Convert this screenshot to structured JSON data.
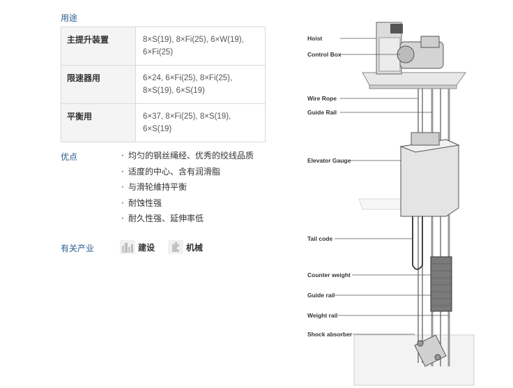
{
  "usage": {
    "title": "用途",
    "rows": [
      {
        "key": "主提升装置",
        "value": "8×S(19), 8×Fi(25), 6×W(19), 6×Fi(25)"
      },
      {
        "key": "限速器用",
        "value": "6×24, 6×Fi(25), 8×Fi(25), 8×S(19), 6×S(19)"
      },
      {
        "key": "平衡用",
        "value": "6×37, 8×Fi(25), 8×S(19), 6×S(19)"
      }
    ]
  },
  "advantages": {
    "title": "优点",
    "items": [
      "均匀的钢丝绳经、优秀的绞线品质",
      "适度的中心、含有润滑脂",
      "与滑轮維持平衡",
      "耐蚀性强",
      "耐久性强、延伸率低"
    ]
  },
  "industry": {
    "title": "有关产业",
    "items": [
      {
        "label": "建设",
        "icon": "building-icon"
      },
      {
        "label": "机械",
        "icon": "puzzle-gear-icon"
      }
    ]
  },
  "diagram_labels": {
    "hoist": "Hoist",
    "control_box": "Control Box",
    "wire_rope": "Wire Rope",
    "guide_rail_top": "Guide Rail",
    "elevator_gauge": "Elevator Gauge",
    "tail_code": "Tail code",
    "counter_weight": "Counter weight",
    "guide_rail": "Guide rail",
    "weight_rail": "Weight rail",
    "shock_absorber": "Shock absorber"
  },
  "colors": {
    "accent": "#2a5b8c"
  }
}
